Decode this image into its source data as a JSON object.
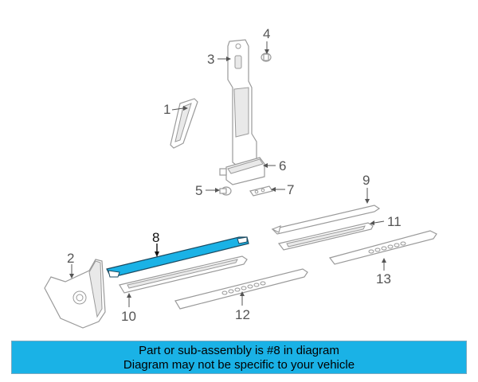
{
  "colors": {
    "highlight": "#1ab2e6",
    "banner_background": "#1ab2e6",
    "part_outline": "#9a9a9a"
  },
  "callouts": [
    {
      "id": "1",
      "label": "1"
    },
    {
      "id": "2",
      "label": "2"
    },
    {
      "id": "3",
      "label": "3"
    },
    {
      "id": "4",
      "label": "4"
    },
    {
      "id": "5",
      "label": "5"
    },
    {
      "id": "6",
      "label": "6"
    },
    {
      "id": "7",
      "label": "7"
    },
    {
      "id": "8",
      "label": "8",
      "highlighted": true
    },
    {
      "id": "9",
      "label": "9"
    },
    {
      "id": "10",
      "label": "10"
    },
    {
      "id": "11",
      "label": "11"
    },
    {
      "id": "12",
      "label": "12"
    },
    {
      "id": "13",
      "label": "13"
    }
  ],
  "banner": {
    "line1": "Part or sub-assembly is #8 in diagram",
    "line2": "Diagram may not be specific to your vehicle"
  }
}
